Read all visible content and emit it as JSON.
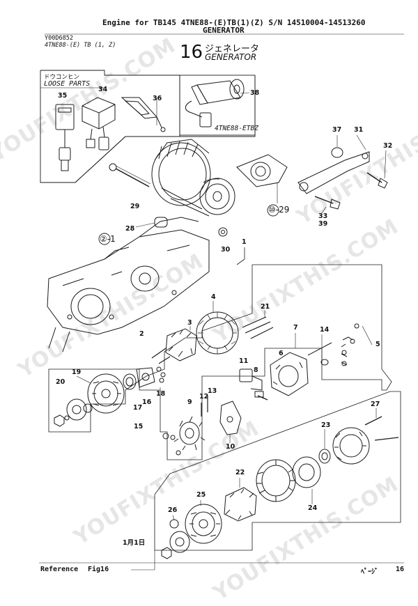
{
  "header": {
    "line1": "Engine for TB145  4TNE88-(E)TB(1)(Z)  S/N 14510004-14513260",
    "line2": "GENERATOR"
  },
  "doc": {
    "code": "Y00D6852",
    "model": "4TNE88-(E) TB (1, Z)"
  },
  "figure": {
    "number": "16",
    "title_jp": "ジェネレータ",
    "title_en": "GENERATOR"
  },
  "loose_parts": {
    "title_jp": "ドウコンヒン",
    "title_en": "LOOSE PARTS"
  },
  "inset_label": "4TNE88-ETBZ",
  "ref_10_29": "⑩-29",
  "ref_2_1": "②-1",
  "date_note": "1月1日",
  "callouts": {
    "c35": "35",
    "c34": "34",
    "c36": "36",
    "c38": "38",
    "c37": "37",
    "c31": "31",
    "c32": "32",
    "c29": "29",
    "c28": "28",
    "c30": "30",
    "c33": "33",
    "c39": "39",
    "c1": "1",
    "c4": "4",
    "c21": "21",
    "c3": "3",
    "c2": "2",
    "c7": "7",
    "c14": "14",
    "c5": "5",
    "c11": "11",
    "c8": "8",
    "c6": "6",
    "c19": "19",
    "c20": "20",
    "c17": "17",
    "c16": "16",
    "c18": "18",
    "c15": "15",
    "c9": "9",
    "c12": "12",
    "c13": "13",
    "c10": "10",
    "c27": "27",
    "c23": "23",
    "c22": "22",
    "c24": "24",
    "c25": "25",
    "c26": "26"
  },
  "watermark": "YOUFIXTHIS.COM",
  "footer": {
    "reference_label": "Reference",
    "fig_label": "Fig16",
    "page_label": "ﾍﾟｰｼﾞ",
    "page_number": "16"
  }
}
